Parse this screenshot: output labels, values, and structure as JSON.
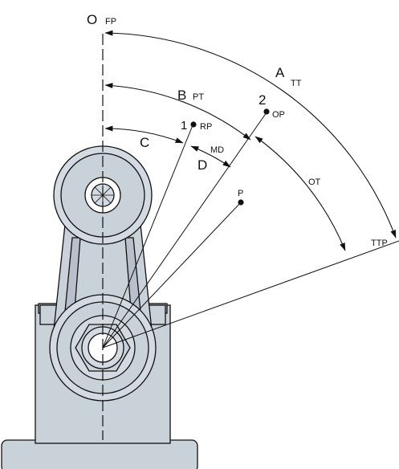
{
  "labels": {
    "o": "O",
    "o_sub": "FP",
    "a": "A",
    "a_sub": "TT",
    "b": "B",
    "b_sub": "PT",
    "c": "C",
    "d": "D",
    "md": "MD",
    "ot": "OT",
    "ttp": "TTP",
    "p1": "1",
    "p1_sub": "RP",
    "p2": "2",
    "p2_sub": "OP",
    "p": "P"
  },
  "colors": {
    "stroke": "#111111",
    "body_fill": "#c9d1d9",
    "roller_fill": "#d3dae1",
    "shade_fill": "#b8c1ca"
  }
}
